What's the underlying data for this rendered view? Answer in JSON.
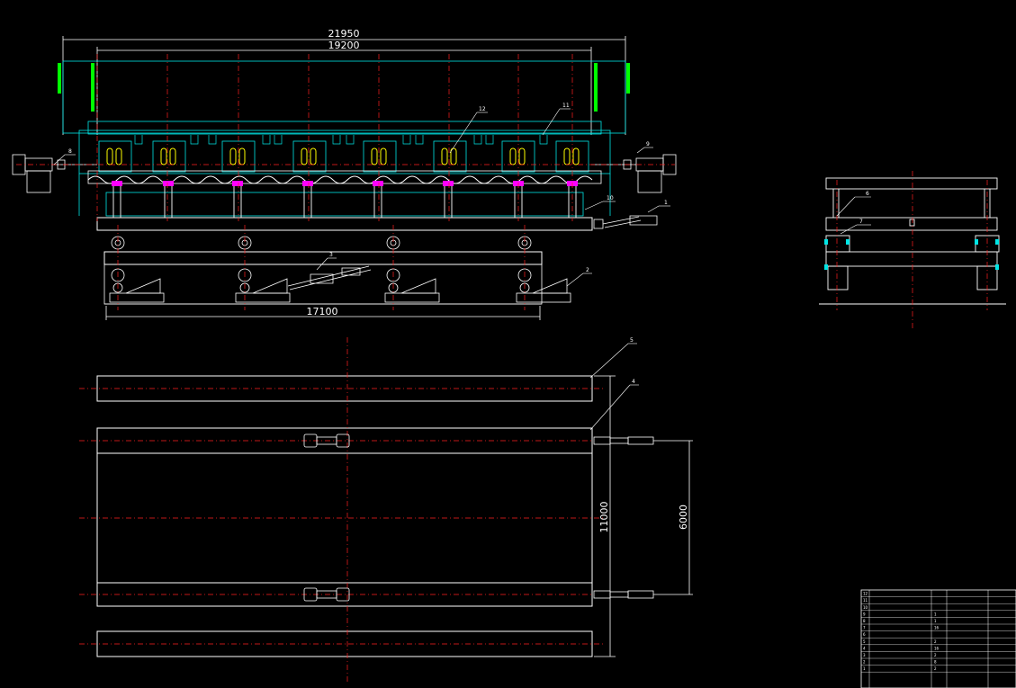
{
  "colors": {
    "background": "#000000",
    "outline": "#ffffff",
    "centerline": "#ff2020",
    "frame": "#00e5e5",
    "annotation": "#00ff00",
    "accent_yellow": "#ffff00",
    "accent_magenta": "#ff00ff"
  },
  "dimensions": {
    "overall_length": "21950",
    "inner_length": "19200",
    "base_length": "17100",
    "plan_width": "11000",
    "cylinder_spacing": "6000"
  },
  "balloons": {
    "b1": "1",
    "b2": "2",
    "b3": "3",
    "b4": "4",
    "b5": "5",
    "b6": "6",
    "b7": "7",
    "b8": "8",
    "b9": "9",
    "b10": "10",
    "b11": "11",
    "b12": "12"
  },
  "bom": {
    "rows": [
      {
        "no": "12",
        "name": "",
        "qty": "",
        "spec": ""
      },
      {
        "no": "11",
        "name": "",
        "qty": "",
        "spec": ""
      },
      {
        "no": "10",
        "name": "",
        "qty": "",
        "spec": ""
      },
      {
        "no": "9",
        "name": "",
        "qty": "1",
        "spec": ""
      },
      {
        "no": "8",
        "name": "",
        "qty": "1",
        "spec": ""
      },
      {
        "no": "7",
        "name": "",
        "qty": "16",
        "spec": ""
      },
      {
        "no": "6",
        "name": "",
        "qty": "",
        "spec": ""
      },
      {
        "no": "5",
        "name": "",
        "qty": "2",
        "spec": ""
      },
      {
        "no": "4",
        "name": "",
        "qty": "16",
        "spec": ""
      },
      {
        "no": "3",
        "name": "",
        "qty": "2",
        "spec": ""
      },
      {
        "no": "2",
        "name": "",
        "qty": "8",
        "spec": ""
      },
      {
        "no": "1",
        "name": "",
        "qty": "2",
        "spec": ""
      }
    ]
  }
}
